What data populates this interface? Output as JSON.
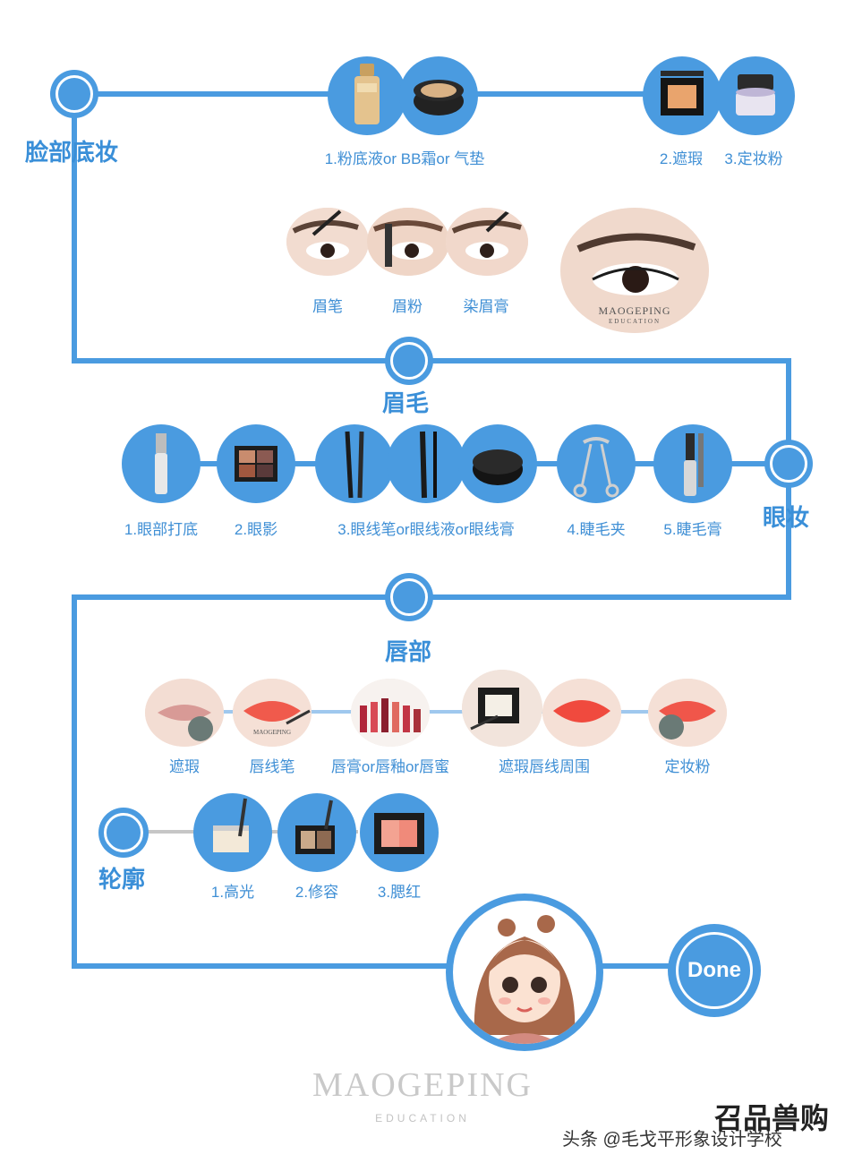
{
  "sections": {
    "base": "脸部底妆",
    "brow": "眉毛",
    "eye": "眼妆",
    "lip": "唇部",
    "contour": "轮廓"
  },
  "base": {
    "step1": "1.粉底液or BB霜or 气垫",
    "step2": "2.遮瑕",
    "step3": "3.定妆粉"
  },
  "brow": {
    "pencil": "眉笔",
    "powder": "眉粉",
    "gel": "染眉膏",
    "photo_brand": "MAOGEPING",
    "photo_sub": "EDUCATION"
  },
  "eye": {
    "primer": "1.眼部打底",
    "shadow": "2.眼影",
    "liner": "3.眼线笔or眼线液or眼线膏",
    "curler": "4.睫毛夹",
    "mascara": "5.睫毛膏"
  },
  "lip": {
    "conceal": "遮瑕",
    "liner": "唇线笔",
    "color": "唇膏or唇釉or唇蜜",
    "edge": "遮瑕唇线周围",
    "powder": "定妆粉",
    "photo_brand": "MAOGEPING"
  },
  "contour": {
    "highlight": "1.高光",
    "sculpt": "2.修容",
    "blush": "3.腮红"
  },
  "done": "Done",
  "footer": {
    "brand": "MAOGEPING",
    "sub": "EDUCATION",
    "watermark": "头条 @毛戈平形象设计学校",
    "logo": "召品兽购"
  },
  "colors": {
    "accent": "#4a9be0",
    "label": "#3f8fd5",
    "section": "#3a8fd8"
  }
}
